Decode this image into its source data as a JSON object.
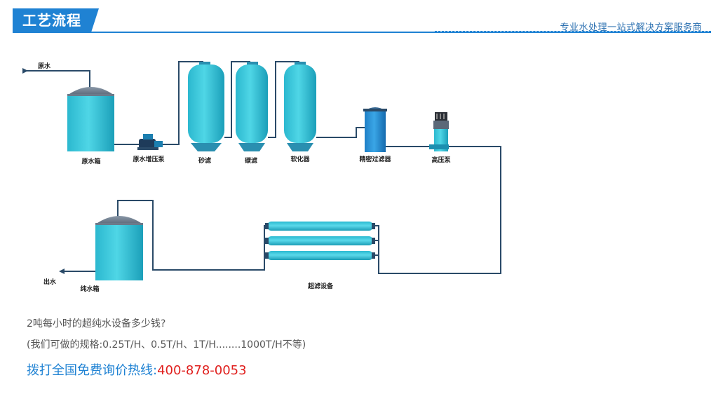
{
  "header": {
    "title": "工艺流程",
    "slogan": "专业水处理一站式解决方案服务商"
  },
  "diagram": {
    "labels": {
      "raw_water_in": "原水",
      "raw_tank": "原水箱",
      "booster_pump": "原水增压泵",
      "sand_filter": "砂滤",
      "carbon_filter": "碳滤",
      "softener": "软化器",
      "precision_filter": "精密过滤器",
      "high_pressure_pump": "高压泵",
      "uf_equipment": "超滤设备",
      "pure_tank": "纯水箱",
      "water_out": "出水"
    }
  },
  "info": {
    "question": "2吨每小时的超纯水设备多少钱?",
    "specs": "(我们可做的规格:0.25T/H、0.5T/H、1T/H........1000T/H不等)",
    "hotline_label": "拨打全国免费询价热线:",
    "hotline_number": "400-878-0053"
  }
}
